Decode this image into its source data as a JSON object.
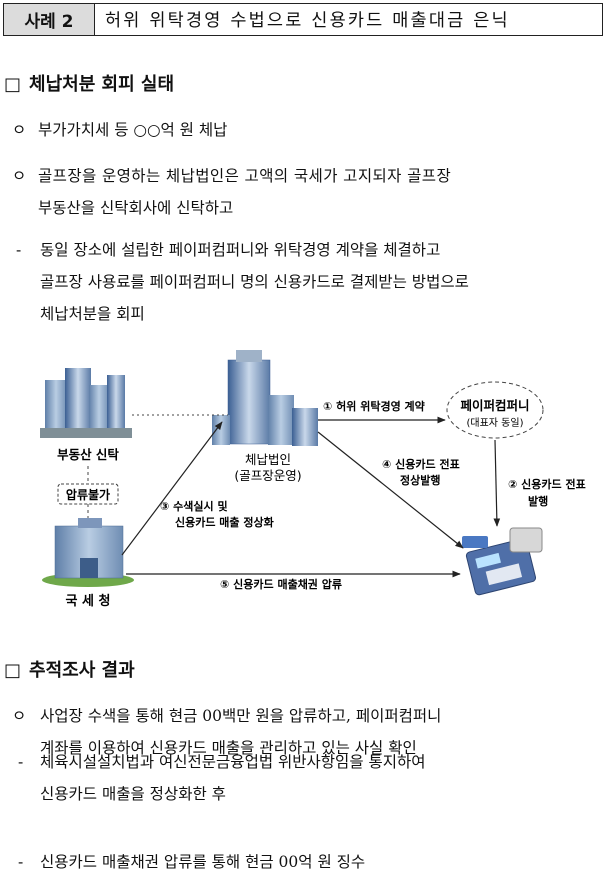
{
  "title": {
    "case_label": "사례 2",
    "text": "허위 위탁경영 수법으로 신용카드 매출대금 은닉"
  },
  "section1": {
    "marker": "□",
    "heading": "체납처분 회피 실태",
    "items": [
      {
        "marker": "ㅇ",
        "lines": [
          "부가가치세 등 ○○억 원 체납"
        ]
      },
      {
        "marker": "ㅇ",
        "lines": [
          "골프장을 운영하는 체납법인은 고액의 국세가 고지되자 골프장",
          "부동산을 신탁회사에 신탁하고"
        ]
      },
      {
        "marker": "-",
        "lines": [
          "동일 장소에 설립한 페이퍼컴퍼니와 위탁경영 계약을 체결하고",
          "골프장 사용료를 페이퍼컴퍼니 명의 신용카드로 결제받는 방법으로",
          "체납처분을 회피"
        ]
      }
    ]
  },
  "diagram": {
    "real_estate_label": "부동산 신탁",
    "seizure_blocked": "압류불가",
    "nts_label": "국 세 청",
    "corp_label_1": "체납법인",
    "corp_label_2": "(골프장운영)",
    "paper_label_1": "페이퍼컴퍼니",
    "paper_label_2": "(대표자 동일)",
    "arrow1": "① 허위 위탁경영 계약",
    "arrow2_1": "② 신용카드 전표",
    "arrow2_2": "발행",
    "arrow3_1": "③ 수색실시 및",
    "arrow3_2": "신용카드 매출 정상화",
    "arrow4_1": "④ 신용카드 전표",
    "arrow4_2": "정상발행",
    "arrow5": "⑤ 신용카드 매출채권 압류"
  },
  "section2": {
    "marker": "□",
    "heading": "추적조사 결과",
    "items": [
      {
        "marker": "ㅇ",
        "lines": [
          "사업장 수색을 통해 현금 00백만 원을 압류하고, 페이퍼컴퍼니",
          "계좌를 이용하여 신용카드 매출을 관리하고 있는 사실 확인"
        ]
      },
      {
        "marker": "-",
        "lines": [
          "체육시설설치법과 여신전문금융업법 위반사항임을 통지하여",
          "신용카드 매출을 정상화한 후"
        ]
      },
      {
        "marker": "-",
        "lines": [
          "신용카드 매출채권 압류를 통해 현금 00억 원 징수"
        ]
      }
    ]
  }
}
